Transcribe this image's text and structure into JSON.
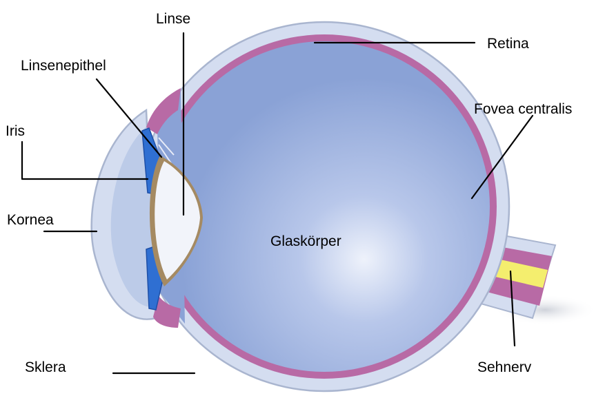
{
  "labels": {
    "linse": "Linse",
    "retina": "Retina",
    "linsenepithel": "Linsenepithel",
    "iris": "Iris",
    "fovea": "Fovea centralis",
    "kornea": "Kornea",
    "glaskoerper": "Glaskörper",
    "sklera": "Sklera",
    "sehnerv": "Sehnerv"
  },
  "colors": {
    "sclera": "#d4ddf0",
    "sclera_edge": "#a9b5cf",
    "retina": "#b86aa5",
    "vitreous": "#8aa2d6",
    "cornea_chamber": "#bccbe8",
    "iris": "#2f6fd2",
    "lens": "#f2f4fa",
    "lens_capsule": "#a58a62",
    "optic_nerve_core": "#f4ee6e"
  }
}
